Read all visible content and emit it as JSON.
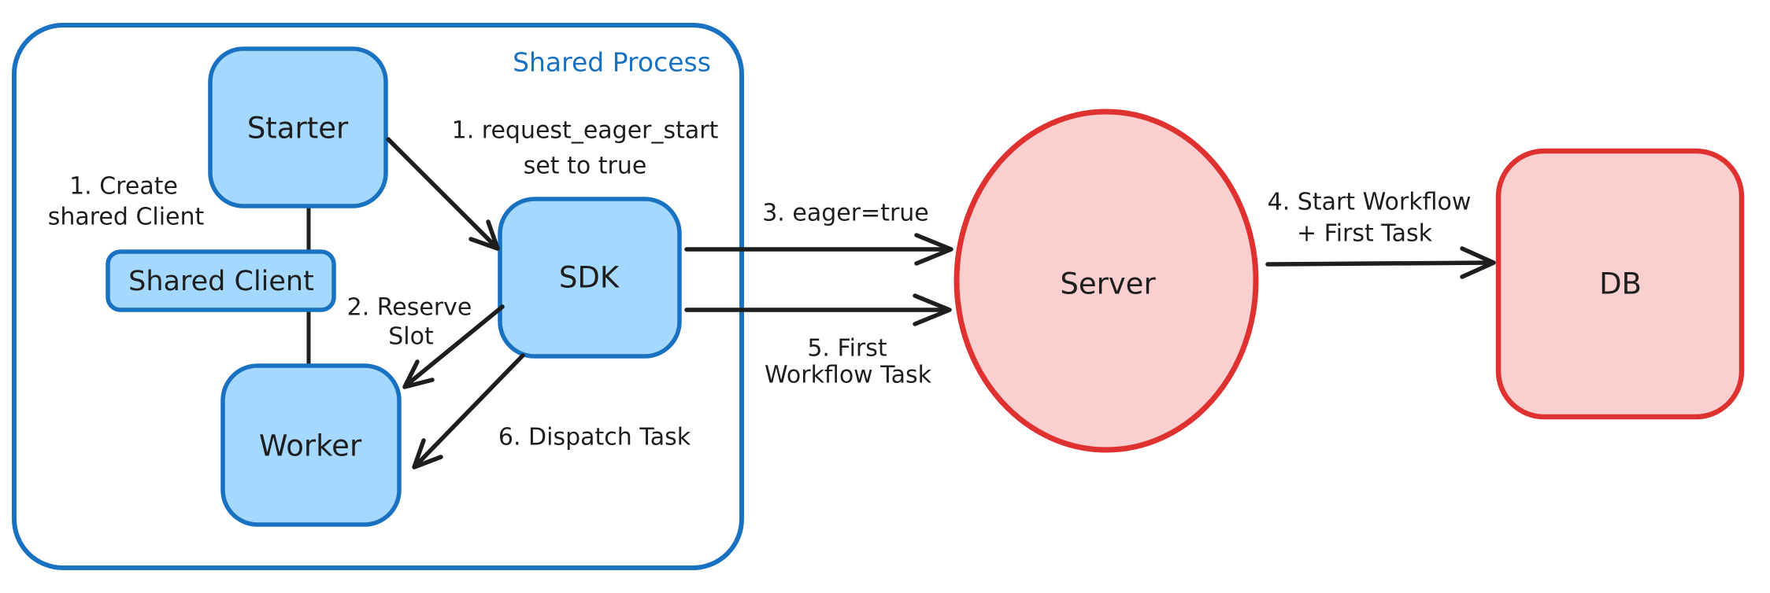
{
  "diagram": {
    "container": {
      "label": "Shared Process"
    },
    "nodes": {
      "starter": {
        "label": "Starter"
      },
      "shared_client": {
        "label": "Shared Client"
      },
      "worker": {
        "label": "Worker"
      },
      "sdk": {
        "label": "SDK"
      },
      "server": {
        "label": "Server"
      },
      "db": {
        "label": "DB"
      }
    },
    "annotations": {
      "create_client": {
        "line1": "1. Create",
        "line2": "shared Client"
      },
      "request_eager_start": {
        "line1": "1. request_eager_start",
        "line2": "set to true"
      },
      "reserve_slot": {
        "line1": "2. Reserve",
        "line2": "Slot"
      },
      "eager_true": {
        "label": "3. eager=true"
      },
      "start_workflow": {
        "line1": "4. Start Workflow",
        "line2": "+ First Task"
      },
      "first_workflow_task": {
        "line1": "5. First",
        "line2": "Workflow Task"
      },
      "dispatch_task": {
        "label": "6. Dispatch Task"
      }
    },
    "colors": {
      "blue_stroke": "#1971c2",
      "blue_fill": "#a5d8ff",
      "red_stroke": "#e03131",
      "red_fill": "#f9cfcf",
      "ink": "#1e1e1e",
      "background": "#ffffff"
    }
  }
}
